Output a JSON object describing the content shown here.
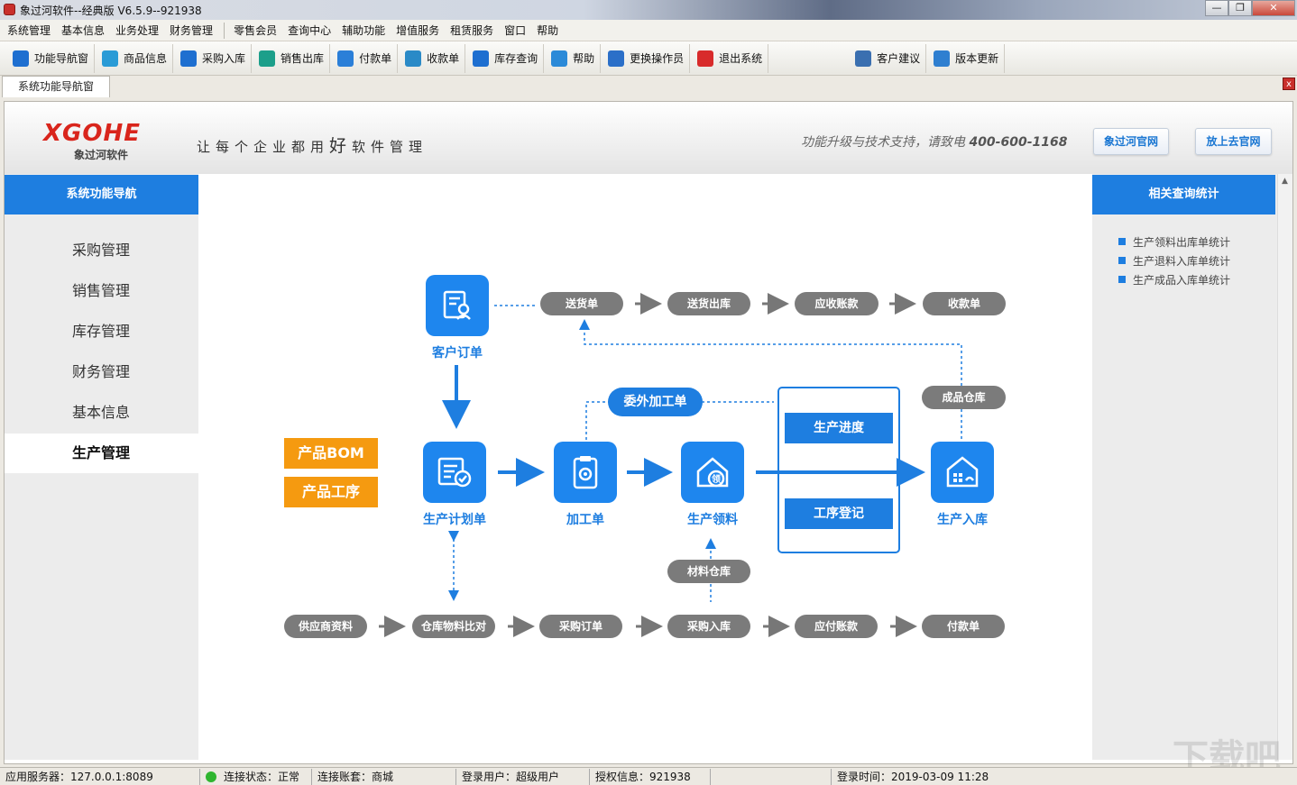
{
  "window": {
    "title": "象过河软件--经典版 V6.5.9--921938"
  },
  "menu": [
    "系统管理",
    "基本信息",
    "业务处理",
    "财务管理",
    "零售会员",
    "查询中心",
    "辅助功能",
    "增值服务",
    "租赁服务",
    "窗口",
    "帮助"
  ],
  "toolbar": [
    {
      "label": "功能导航窗",
      "icon": "home-icon",
      "color": "#1e6fd0"
    },
    {
      "label": "商品信息",
      "icon": "goods-icon",
      "color": "#2a9bd6"
    },
    {
      "label": "采购入库",
      "icon": "purchase-icon",
      "color": "#1e6fd0"
    },
    {
      "label": "销售出库",
      "icon": "sales-icon",
      "color": "#1c9f8a"
    },
    {
      "label": "付款单",
      "icon": "payment-icon",
      "color": "#2b7fd8"
    },
    {
      "label": "收款单",
      "icon": "receipt-icon",
      "color": "#2a8ac7"
    },
    {
      "label": "库存查询",
      "icon": "search-icon",
      "color": "#1e6fd0"
    },
    {
      "label": "帮助",
      "icon": "help-icon",
      "color": "#2b8ad8"
    },
    {
      "label": "更换操作员",
      "icon": "switch-user-icon",
      "color": "#2b6fc8"
    },
    {
      "label": "退出系统",
      "icon": "exit-icon",
      "color": "#d82b2b"
    },
    {
      "label": "客户建议",
      "icon": "suggest-icon",
      "color": "#3a6fb0"
    },
    {
      "label": "版本更新",
      "icon": "globe-icon",
      "color": "#2f7fd0"
    }
  ],
  "tab": {
    "label": "系统功能导航窗",
    "close": "x"
  },
  "header": {
    "logo": "XGOHE",
    "logo_sub": "象过河软件",
    "slogan_a": "让每个企业都用",
    "slogan_b": "好",
    "slogan_c": "软件管理",
    "support": "功能升级与技术支持，请致电",
    "phone": "400-600-1168",
    "btn_official": "象过河官网",
    "btn_go": "放上去官网"
  },
  "left": {
    "header": "系统功能导航",
    "items": [
      "采购管理",
      "销售管理",
      "库存管理",
      "财务管理",
      "基本信息",
      "生产管理"
    ]
  },
  "right": {
    "header": "相关查询统计",
    "links": [
      "生产领料出库单统计",
      "生产退料入库单统计",
      "生产成品入库单统计"
    ]
  },
  "flow": {
    "customer_order": "客户订单",
    "top_row": [
      "送货单",
      "送货出库",
      "应收账款",
      "收款单"
    ],
    "outsource": "委外加工单",
    "finished_wh": "成品仓库",
    "bom": "产品BOM",
    "process": "产品工序",
    "plan": "生产计划单",
    "work": "加工单",
    "pick": "生产领料",
    "stock_in": "生产入库",
    "progress": "生产进度",
    "register": "工序登记",
    "material_wh": "材料仓库",
    "bottom_row": [
      "供应商资料",
      "仓库物料比对",
      "采购订单",
      "采购入库",
      "应付账款",
      "付款单"
    ]
  },
  "status": {
    "server": "应用服务器：127.0.0.1:8089",
    "conn": "连接状态：正常",
    "account": "连接账套：商城",
    "user": "登录用户：超级用户",
    "license": "授权信息：921938",
    "login": "登录时间：2019-03-09 11:28"
  },
  "watermark": "下载吧"
}
